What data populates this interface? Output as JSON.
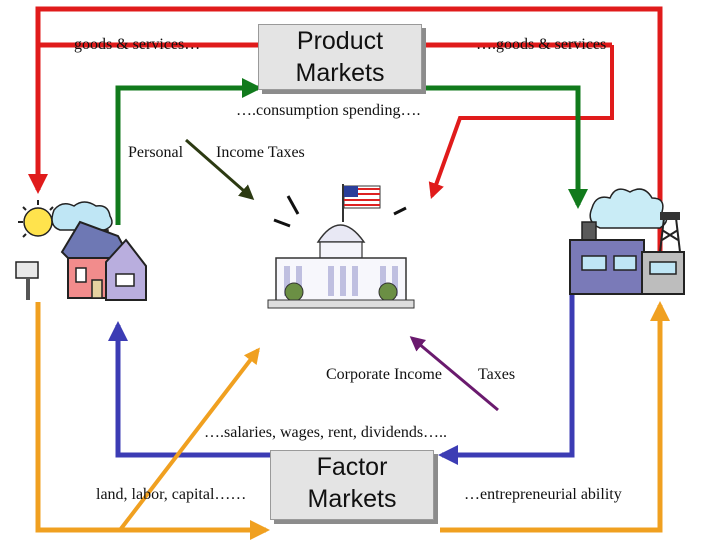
{
  "boxes": {
    "product_markets": {
      "line1": "Product",
      "line2": "Markets"
    },
    "factor_markets": {
      "line1": "Factor",
      "line2": "Markets"
    }
  },
  "labels": {
    "goods_left": "goods & services…",
    "goods_right": "….goods & services",
    "consumption": "….consumption spending….",
    "personal": "Personal",
    "income_taxes": "Income Taxes",
    "corporate_income": "Corporate Income",
    "taxes": "Taxes",
    "salaries": "….salaries, wages, rent, dividends…..",
    "land_labor": "land, labor, capital……",
    "entrepreneurial": "…entrepreneurial ability"
  },
  "colors": {
    "red": "#e01b1b",
    "green": "#117a1c",
    "blue": "#3c3cb4",
    "orange": "#f0a020",
    "purple": "#6a1a6e",
    "dark_olive": "#2c3a12"
  },
  "icons": [
    "house-icon",
    "capitol-building-icon",
    "factory-icon"
  ]
}
